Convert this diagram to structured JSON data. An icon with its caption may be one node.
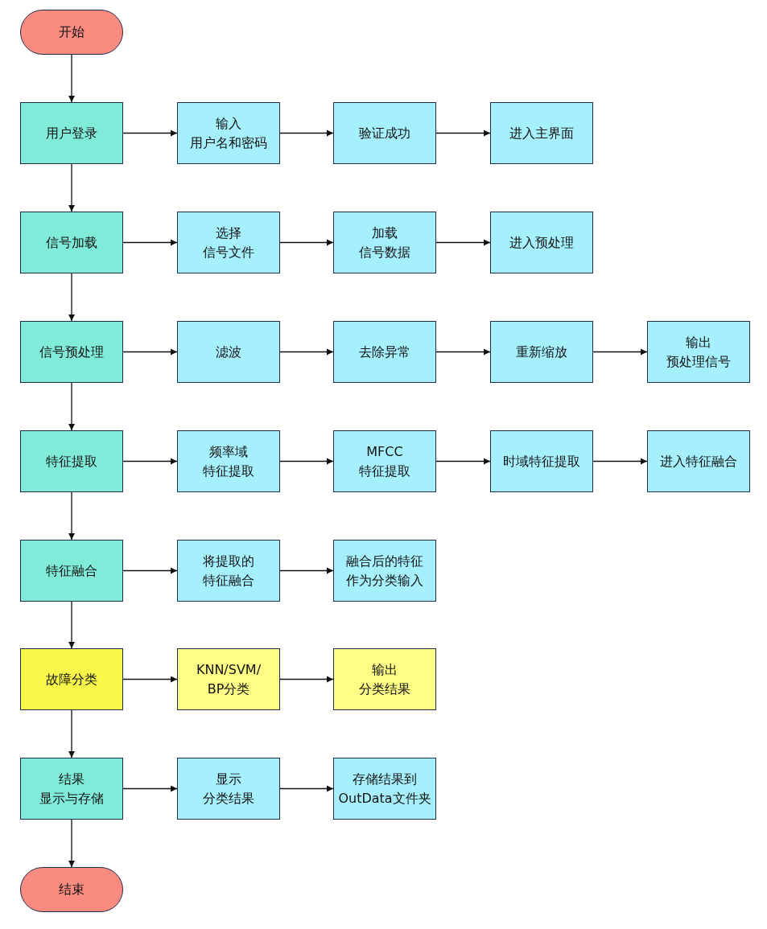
{
  "diagram": {
    "nodes": [
      {
        "text": [
          "开始"
        ]
      },
      {
        "text": [
          "用户登录"
        ]
      },
      {
        "text": [
          "输入用户名和密码"
        ]
      },
      {
        "text": [
          "验证成功"
        ]
      },
      {
        "text": [
          "进入主界面"
        ]
      },
      {
        "text": [
          "信号加载"
        ]
      },
      {
        "text": [
          "选择信号文件"
        ]
      },
      {
        "text": [
          "加载信号数据"
        ]
      },
      {
        "text": [
          "进入预处理"
        ]
      },
      {
        "text": [
          "信号预处理"
        ]
      },
      {
        "text": [
          "滤波"
        ]
      },
      {
        "text": [
          "去除异常"
        ]
      },
      {
        "text": [
          "重新缩放"
        ]
      },
      {
        "text": [
          "输出预处理信号"
        ]
      },
      {
        "text": [
          "特征提取"
        ]
      },
      {
        "text": [
          "频率域特征提取"
        ]
      },
      {
        "text": [
          "MFCC特征提取"
        ]
      },
      {
        "text": [
          "时域特征提取"
        ]
      },
      {
        "text": [
          "进入特征融合"
        ]
      },
      {
        "text": [
          "特征融合"
        ]
      },
      {
        "text": [
          "将提取的特征融合"
        ]
      },
      {
        "text": [
          "融合后的特征作为分类输入"
        ]
      },
      {
        "text": [
          "故障分类"
        ]
      },
      {
        "text": [
          "KNN/SVM/BP分类"
        ]
      },
      {
        "text": [
          "输出分类结果"
        ]
      },
      {
        "text": [
          "结果显示与存储"
        ]
      },
      {
        "text": [
          "显示分类结果"
        ]
      },
      {
        "text": [
          "存储结果到OutData文件夹"
        ]
      },
      {
        "text": [
          "结束"
        ]
      }
    ],
    "edges": [
      {
        "from": 0,
        "to": 1,
        "arrow": "to"
      },
      {
        "from": 1,
        "to": 2,
        "arrow": "to"
      },
      {
        "from": 2,
        "to": 3,
        "arrow": "to"
      },
      {
        "from": 3,
        "to": 4,
        "arrow": "to"
      },
      {
        "from": 1,
        "to": 5,
        "arrow": "to"
      },
      {
        "from": 5,
        "to": 6,
        "arrow": "to"
      },
      {
        "from": 6,
        "to": 7,
        "arrow": "to"
      },
      {
        "from": 7,
        "to": 8,
        "arrow": "to"
      },
      {
        "from": 5,
        "to": 9,
        "arrow": "to"
      },
      {
        "from": 9,
        "to": 10,
        "arrow": "to"
      },
      {
        "from": 10,
        "to": 11,
        "arrow": "to"
      },
      {
        "from": 11,
        "to": 12,
        "arrow": "to"
      },
      {
        "from": 12,
        "to": 13,
        "arrow": "to"
      },
      {
        "from": 9,
        "to": 14,
        "arrow": "to"
      },
      {
        "from": 14,
        "to": 15,
        "arrow": "to"
      },
      {
        "from": 15,
        "to": 16,
        "arrow": "to"
      },
      {
        "from": 16,
        "to": 17,
        "arrow": "to"
      },
      {
        "from": 17,
        "to": 18,
        "arrow": "to"
      },
      {
        "from": 14,
        "to": 19,
        "arrow": "to"
      },
      {
        "from": 19,
        "to": 20,
        "arrow": "to"
      },
      {
        "from": 20,
        "to": 21,
        "arrow": "to"
      },
      {
        "from": 19,
        "to": 22,
        "arrow": "to"
      },
      {
        "from": 22,
        "to": 23,
        "arrow": "to"
      },
      {
        "from": 23,
        "to": 24,
        "arrow": "to"
      },
      {
        "from": 22,
        "to": 25,
        "arrow": "to"
      },
      {
        "from": 25,
        "to": 26,
        "arrow": "to"
      },
      {
        "from": 26,
        "to": 27,
        "arrow": "to"
      },
      {
        "from": 25,
        "to": 28,
        "arrow": "to"
      }
    ]
  }
}
